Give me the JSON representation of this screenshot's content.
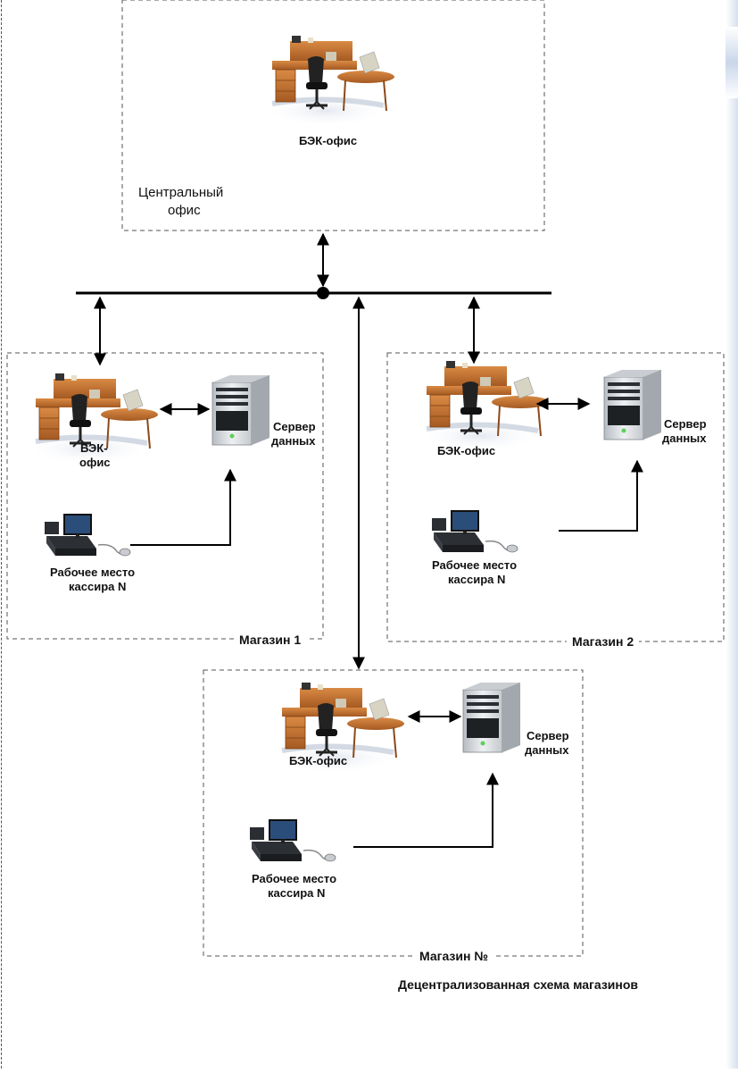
{
  "central_office": {
    "title_line1": "Центральный",
    "title_line2": "офис",
    "back_office_label": "БЭК-офис"
  },
  "store1": {
    "title": "Магазин 1",
    "back_office_line1": "БЭК-",
    "back_office_line2": "офис",
    "server_line1": "Сервер",
    "server_line2": "данных",
    "cashier_line1": "Рабочее место",
    "cashier_line2": "кассира N"
  },
  "store2": {
    "title": "Магазин 2",
    "back_office_label": "БЭК-офис",
    "server_line1": "Сервер",
    "server_line2": "данных",
    "cashier_line1": "Рабочее место",
    "cashier_line2": "кассира N"
  },
  "storeN": {
    "title": "Магазин №",
    "back_office_label": "БЭК-офис",
    "server_line1": "Сервер",
    "server_line2": "данных",
    "cashier_line1": "Рабочее место",
    "cashier_line2": "кассира N"
  },
  "caption": "Децентрализованная схема магазинов",
  "icons": {
    "office_desk": "office-desk-icon",
    "server": "server-tower-icon",
    "pos_terminal": "pos-terminal-icon"
  },
  "colors": {
    "wood": "#c8742e",
    "wood_dark": "#8a4a1a",
    "server_body": "#d9dcdf",
    "line": "#000000",
    "dash": "#555555"
  }
}
